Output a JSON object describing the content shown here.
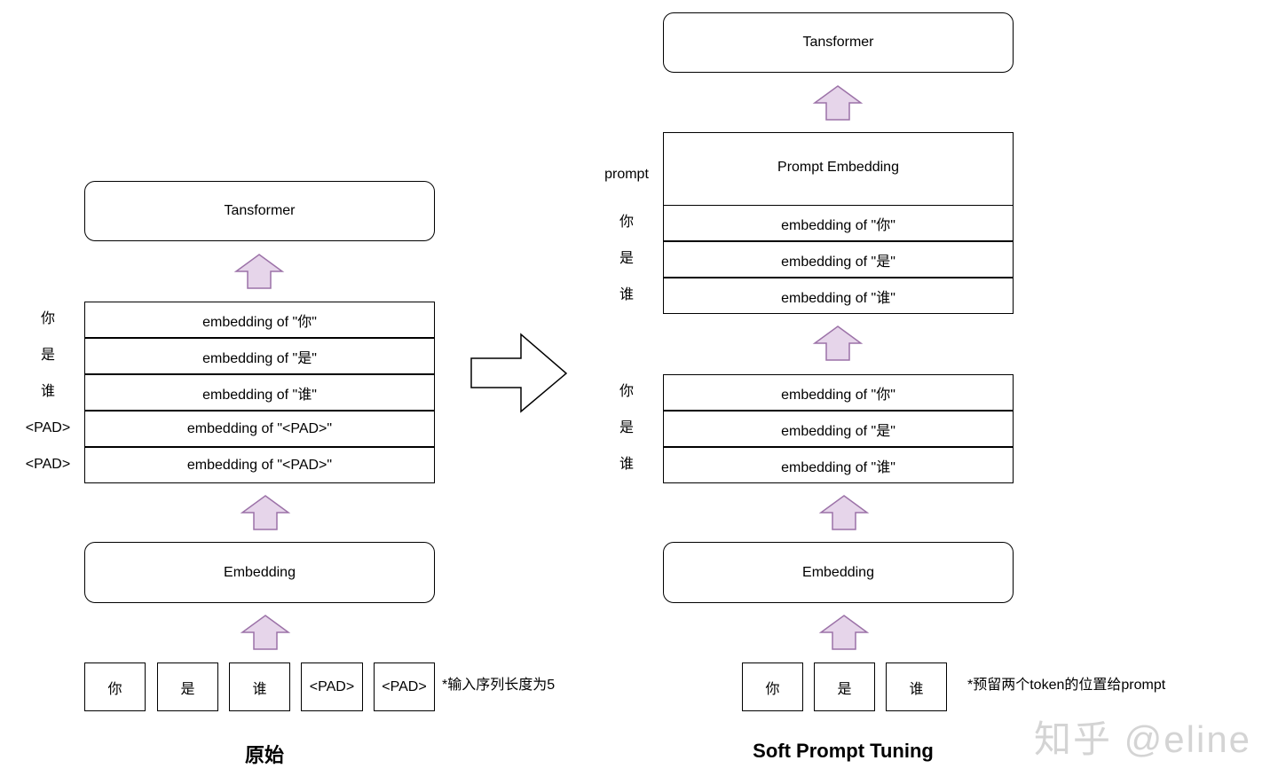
{
  "colors": {
    "arrow_fill": "#e6d5ea",
    "arrow_stroke": "#9c72a8",
    "border": "#000000"
  },
  "left": {
    "transformer_label": "Tansformer",
    "embedding_rows": [
      {
        "side": "你",
        "text": "embedding of \"你\""
      },
      {
        "side": "是",
        "text": "embedding of \"是\""
      },
      {
        "side": "谁",
        "text": "embedding of \"谁\""
      },
      {
        "side": "<PAD>",
        "text": "embedding of \"<PAD>\""
      },
      {
        "side": "<PAD>",
        "text": "embedding of \"<PAD>\""
      }
    ],
    "embedding_label": "Embedding",
    "tokens": [
      "你",
      "是",
      "谁",
      "<PAD>",
      "<PAD>"
    ],
    "note": "*输入序列长度为5",
    "caption": "原始"
  },
  "right": {
    "transformer_label": "Tansformer",
    "prompt_side_label": "prompt",
    "prompt_embedding_label": "Prompt Embedding",
    "top_rows": [
      {
        "side": "你",
        "text": "embedding of \"你\""
      },
      {
        "side": "是",
        "text": "embedding of \"是\""
      },
      {
        "side": "谁",
        "text": "embedding of \"谁\""
      }
    ],
    "bottom_rows": [
      {
        "side": "你",
        "text": "embedding of \"你\""
      },
      {
        "side": "是",
        "text": "embedding of \"是\""
      },
      {
        "side": "谁",
        "text": "embedding of \"谁\""
      }
    ],
    "embedding_label": "Embedding",
    "tokens": [
      "你",
      "是",
      "谁"
    ],
    "note": "*预留两个token的位置给prompt",
    "caption": "Soft Prompt Tuning"
  },
  "watermark": "知乎 @eline"
}
